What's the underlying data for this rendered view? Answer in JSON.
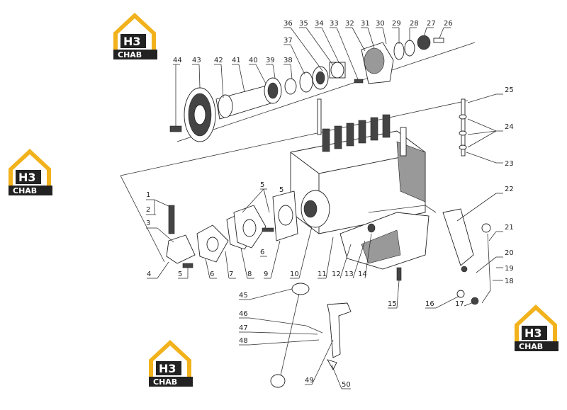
{
  "logos": [
    {
      "id": "logo-top-left",
      "mark": "H3",
      "caption": "CHAB",
      "color": "#f2b21c"
    },
    {
      "id": "logo-left",
      "mark": "H3",
      "caption": "CHAB",
      "color": "#f2b21c"
    },
    {
      "id": "logo-bottom",
      "mark": "H3",
      "caption": "CHAB",
      "color": "#f2b21c"
    },
    {
      "id": "logo-right",
      "mark": "H3",
      "caption": "CHAB",
      "color": "#f2b21c"
    }
  ],
  "callouts": [
    "1",
    "2",
    "3",
    "4",
    "5",
    "6",
    "7",
    "8",
    "9",
    "10",
    "11",
    "12",
    "13",
    "14",
    "15",
    "16",
    "17",
    "18",
    "19",
    "20",
    "21",
    "22",
    "23",
    "24",
    "25",
    "26",
    "27",
    "28",
    "29",
    "30",
    "31",
    "32",
    "33",
    "34",
    "35",
    "36",
    "37",
    "38",
    "39",
    "40",
    "41",
    "42",
    "43",
    "44",
    "45",
    "46",
    "47",
    "48",
    "49",
    "50",
    "5",
    "6",
    "5"
  ]
}
